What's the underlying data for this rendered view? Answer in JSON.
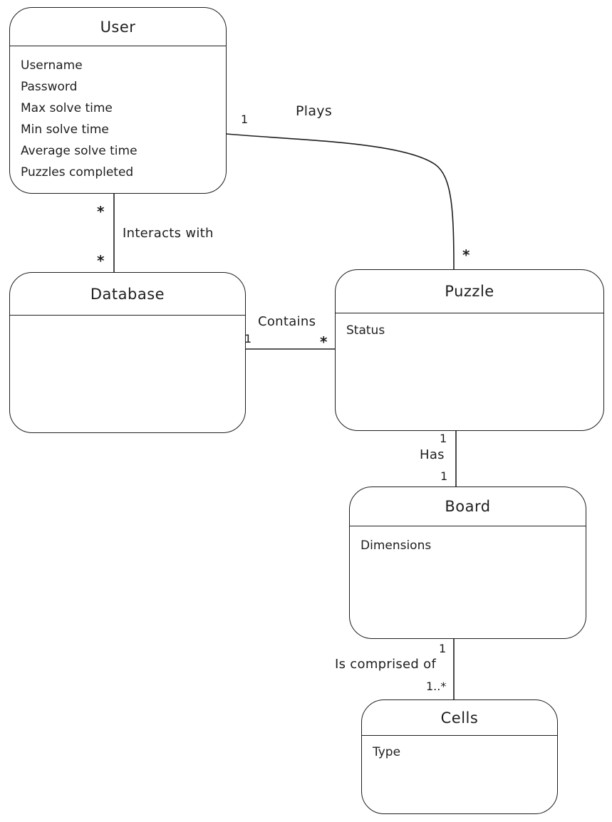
{
  "diagram": {
    "kind": "entity-relationship-diagram",
    "background_color": "#ffffff",
    "stroke_color": "#1e1e1e"
  },
  "entities": {
    "user": {
      "title": "User",
      "attributes": [
        "Username",
        "Password",
        "Max solve time",
        "Min solve time",
        "Average solve time",
        "Puzzles completed"
      ]
    },
    "database": {
      "title": "Database",
      "attributes": []
    },
    "puzzle": {
      "title": "Puzzle",
      "attributes": [
        "Status"
      ]
    },
    "board": {
      "title": "Board",
      "attributes": [
        "Dimensions"
      ]
    },
    "cells": {
      "title": "Cells",
      "attributes": [
        "Type"
      ]
    }
  },
  "relationships": {
    "plays": {
      "label": "Plays",
      "from": "User",
      "to": "Puzzle",
      "from_cardinality": "1",
      "to_cardinality": "*"
    },
    "interacts_with": {
      "label": "Interacts with",
      "from": "User",
      "to": "Database",
      "from_cardinality": "*",
      "to_cardinality": "*"
    },
    "contains": {
      "label": "Contains",
      "from": "Database",
      "to": "Puzzle",
      "from_cardinality": "1",
      "to_cardinality": "*"
    },
    "has": {
      "label": "Has",
      "from": "Puzzle",
      "to": "Board",
      "from_cardinality": "1",
      "to_cardinality": "1"
    },
    "is_comprised_of": {
      "label": "Is comprised of",
      "from": "Board",
      "to": "Cells",
      "from_cardinality": "1",
      "to_cardinality": "1..*"
    }
  }
}
